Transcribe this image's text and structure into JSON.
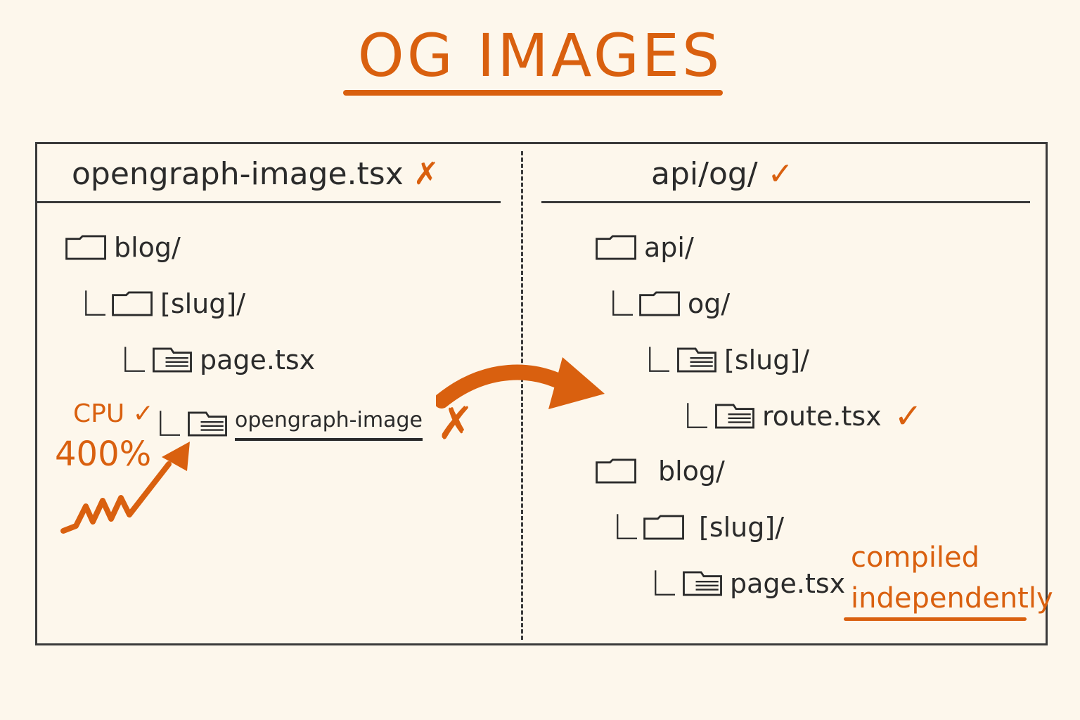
{
  "title": "OG IMAGES",
  "colors": {
    "accent": "#d9600f",
    "ink": "#2b2b2b",
    "background": "#fdf7ec"
  },
  "left_panel": {
    "header": "opengraph-image.tsx",
    "header_mark": "✗",
    "tree": [
      {
        "label": "blog/",
        "icon": "folder-icon",
        "depth": 0
      },
      {
        "label": "[slug]/",
        "icon": "folder-icon",
        "depth": 1
      },
      {
        "label": "page.tsx",
        "icon": "file-icon",
        "depth": 2
      },
      {
        "label": "opengraph-image",
        "icon": "file-icon",
        "depth": 3,
        "mark": "✗"
      }
    ],
    "annotation": {
      "cpu_label": "CPU",
      "cpu_mark": "✓",
      "cpu_value": "400%"
    }
  },
  "right_panel": {
    "header": "api/og/",
    "header_mark": "✓",
    "tree": [
      {
        "label": "api/",
        "icon": "folder-icon",
        "depth": 0
      },
      {
        "label": "og/",
        "icon": "folder-icon",
        "depth": 1
      },
      {
        "label": "[slug]/",
        "icon": "file-icon",
        "depth": 2
      },
      {
        "label": "route.tsx",
        "icon": "file-icon",
        "depth": 3,
        "mark": "✓"
      },
      {
        "label": "blog/",
        "icon": "folder-icon",
        "depth": 0
      },
      {
        "label": "[slug]/",
        "icon": "folder-icon",
        "depth": 1
      },
      {
        "label": "page.tsx",
        "icon": "file-icon",
        "depth": 2
      }
    ],
    "note_line1": "compiled",
    "note_line2": "independently"
  }
}
